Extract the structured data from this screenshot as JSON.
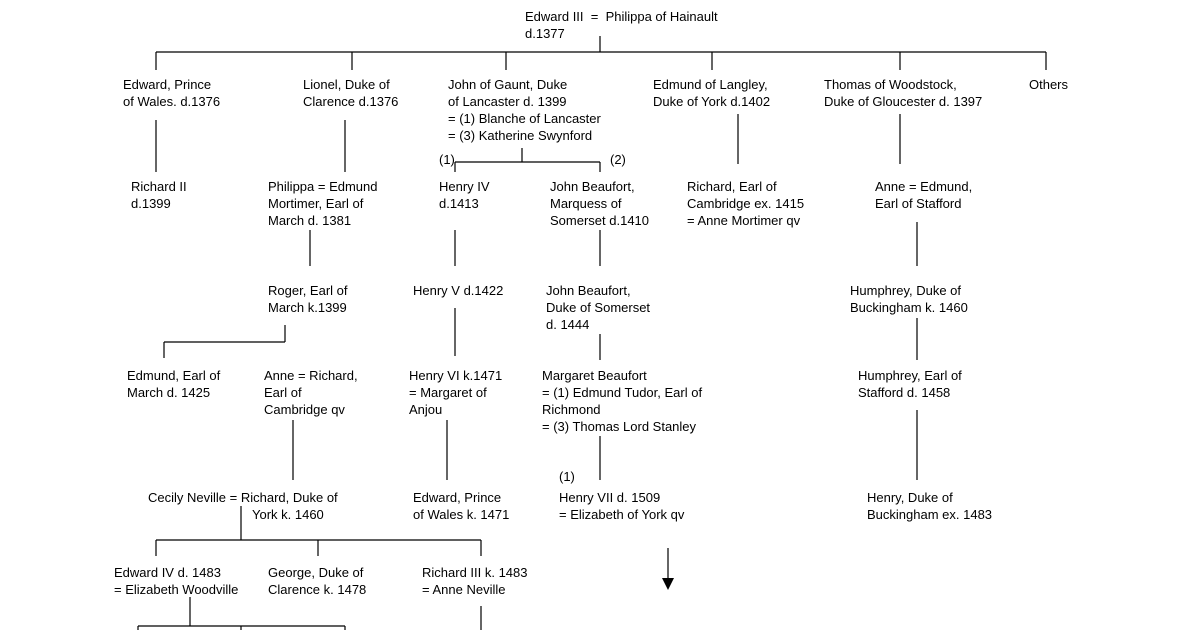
{
  "colors": {
    "background": "#ffffff",
    "ink": "#000000"
  },
  "marks": {
    "left_1": "(1)",
    "right_2": "(2)",
    "henry_vii_1": "(1)"
  },
  "people": {
    "edward_iii": [
      "Edward III  =  Philippa of Hainault",
      "d.1377"
    ],
    "black_prince": [
      "Edward, Prince",
      "of Wales. d.1376"
    ],
    "lionel": [
      "Lionel, Duke of",
      "Clarence d.1376"
    ],
    "john_of_gaunt": [
      "John of Gaunt, Duke",
      "of Lancaster d. 1399",
      "= (1) Blanche of Lancaster",
      "= (3) Katherine Swynford"
    ],
    "edmund_langley": [
      "Edmund of Langley,",
      "Duke of York d.1402"
    ],
    "thomas_woodstock": [
      "Thomas of Woodstock,",
      "Duke of Gloucester d. 1397"
    ],
    "others": [
      "Others"
    ],
    "richard_ii": [
      "Richard II",
      "d.1399"
    ],
    "philippa": [
      "Philippa = Edmund",
      "Mortimer, Earl of",
      "March d. 1381"
    ],
    "henry_iv": [
      "Henry IV",
      "d.1413"
    ],
    "john_beaufort_1": [
      "John Beaufort,",
      "Marquess of",
      "Somerset d.1410"
    ],
    "richard_cambridge": [
      "Richard, Earl of",
      "Cambridge ex. 1415",
      "= Anne Mortimer qv"
    ],
    "anne_stafford": [
      "Anne = Edmund,",
      "Earl of Stafford"
    ],
    "roger": [
      "Roger, Earl of",
      "March k.1399"
    ],
    "henry_v": [
      "Henry V d.1422"
    ],
    "john_beaufort_2": [
      "John Beaufort,",
      "Duke of Somerset",
      "d. 1444"
    ],
    "humphrey_buckingham": [
      "Humphrey, Duke of",
      "Buckingham k. 1460"
    ],
    "edmund_march": [
      "Edmund, Earl of",
      "March d. 1425"
    ],
    "anne_mortimer": [
      "Anne = Richard,",
      "Earl of",
      "Cambridge qv"
    ],
    "henry_vi": [
      "Henry VI k.1471",
      "= Margaret of",
      "Anjou"
    ],
    "margaret_beaufort": [
      "Margaret Beaufort",
      "= (1) Edmund Tudor, Earl of",
      "Richmond",
      "= (3) Thomas Lord Stanley"
    ],
    "humphrey_stafford": [
      "Humphrey, Earl of",
      "Stafford d. 1458"
    ],
    "cecily_neville": [
      "Cecily Neville = Richard, Duke of",
      "York k. 1460"
    ],
    "edward_prince_wales": [
      "Edward, Prince",
      "of Wales k. 1471"
    ],
    "henry_vii": [
      "Henry VII d. 1509",
      "= Elizabeth of York qv"
    ],
    "henry_buckingham": [
      "Henry, Duke of",
      "Buckingham ex. 1483"
    ],
    "edward_iv": [
      "Edward IV d. 1483",
      "= Elizabeth Woodville"
    ],
    "george_clarence": [
      "George, Duke of",
      "Clarence k. 1478"
    ],
    "richard_iii": [
      "Richard III k. 1483",
      "= Anne Neville"
    ]
  }
}
